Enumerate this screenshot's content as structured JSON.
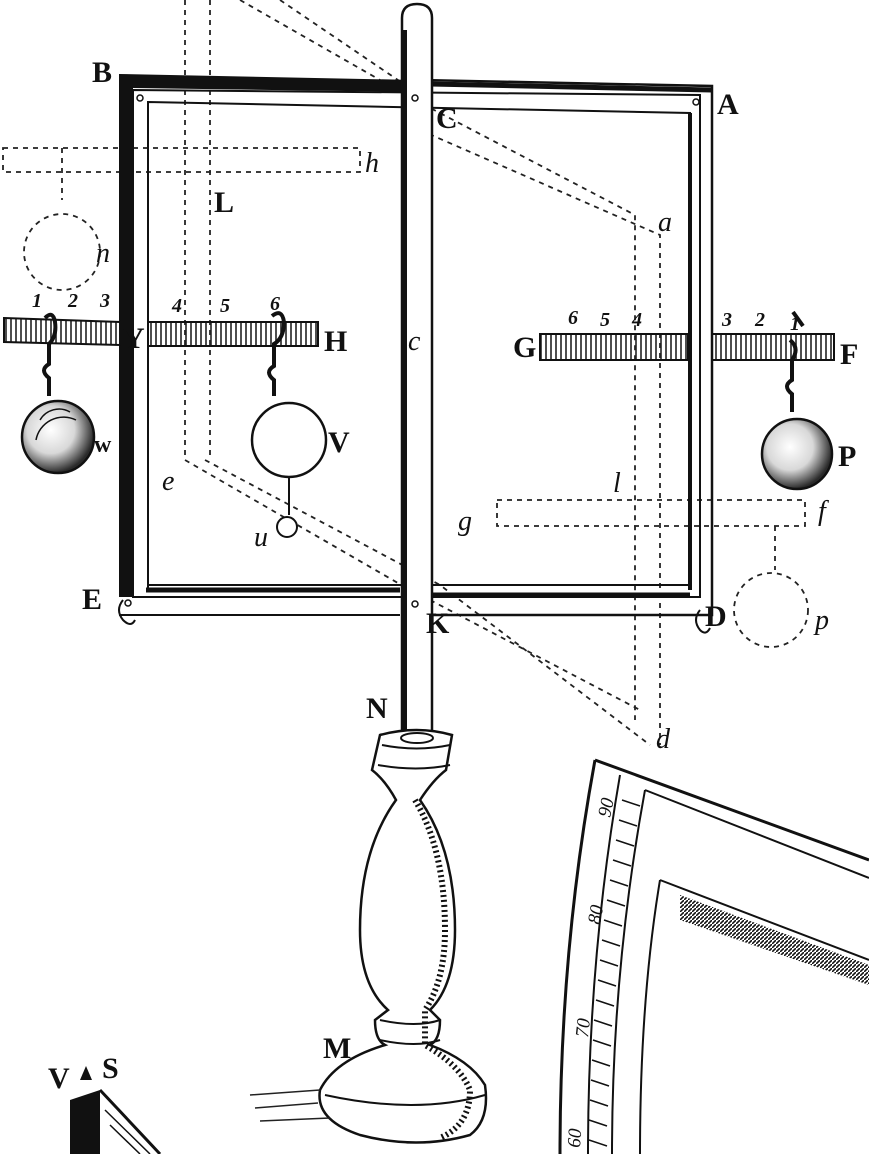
{
  "figure": {
    "frame_labels": [
      "B",
      "A",
      "E",
      "D",
      "C",
      "K",
      "c",
      "L",
      "h",
      "a",
      "G",
      "H",
      "Y",
      "F",
      "N",
      "M"
    ],
    "weight_labels": [
      "w",
      "V",
      "P",
      "u",
      "p",
      "n"
    ],
    "dotted_labels": [
      "e",
      "g",
      "l",
      "f",
      "d"
    ],
    "left_rule_marks": [
      "1",
      "2",
      "3",
      "4",
      "5",
      "6"
    ],
    "right_rule_marks": [
      "6",
      "5",
      "4",
      "3",
      "2",
      "1"
    ],
    "quadrant_degrees": [
      "90",
      "80",
      "70",
      "60"
    ],
    "corner_labels": [
      "V",
      "S"
    ]
  }
}
